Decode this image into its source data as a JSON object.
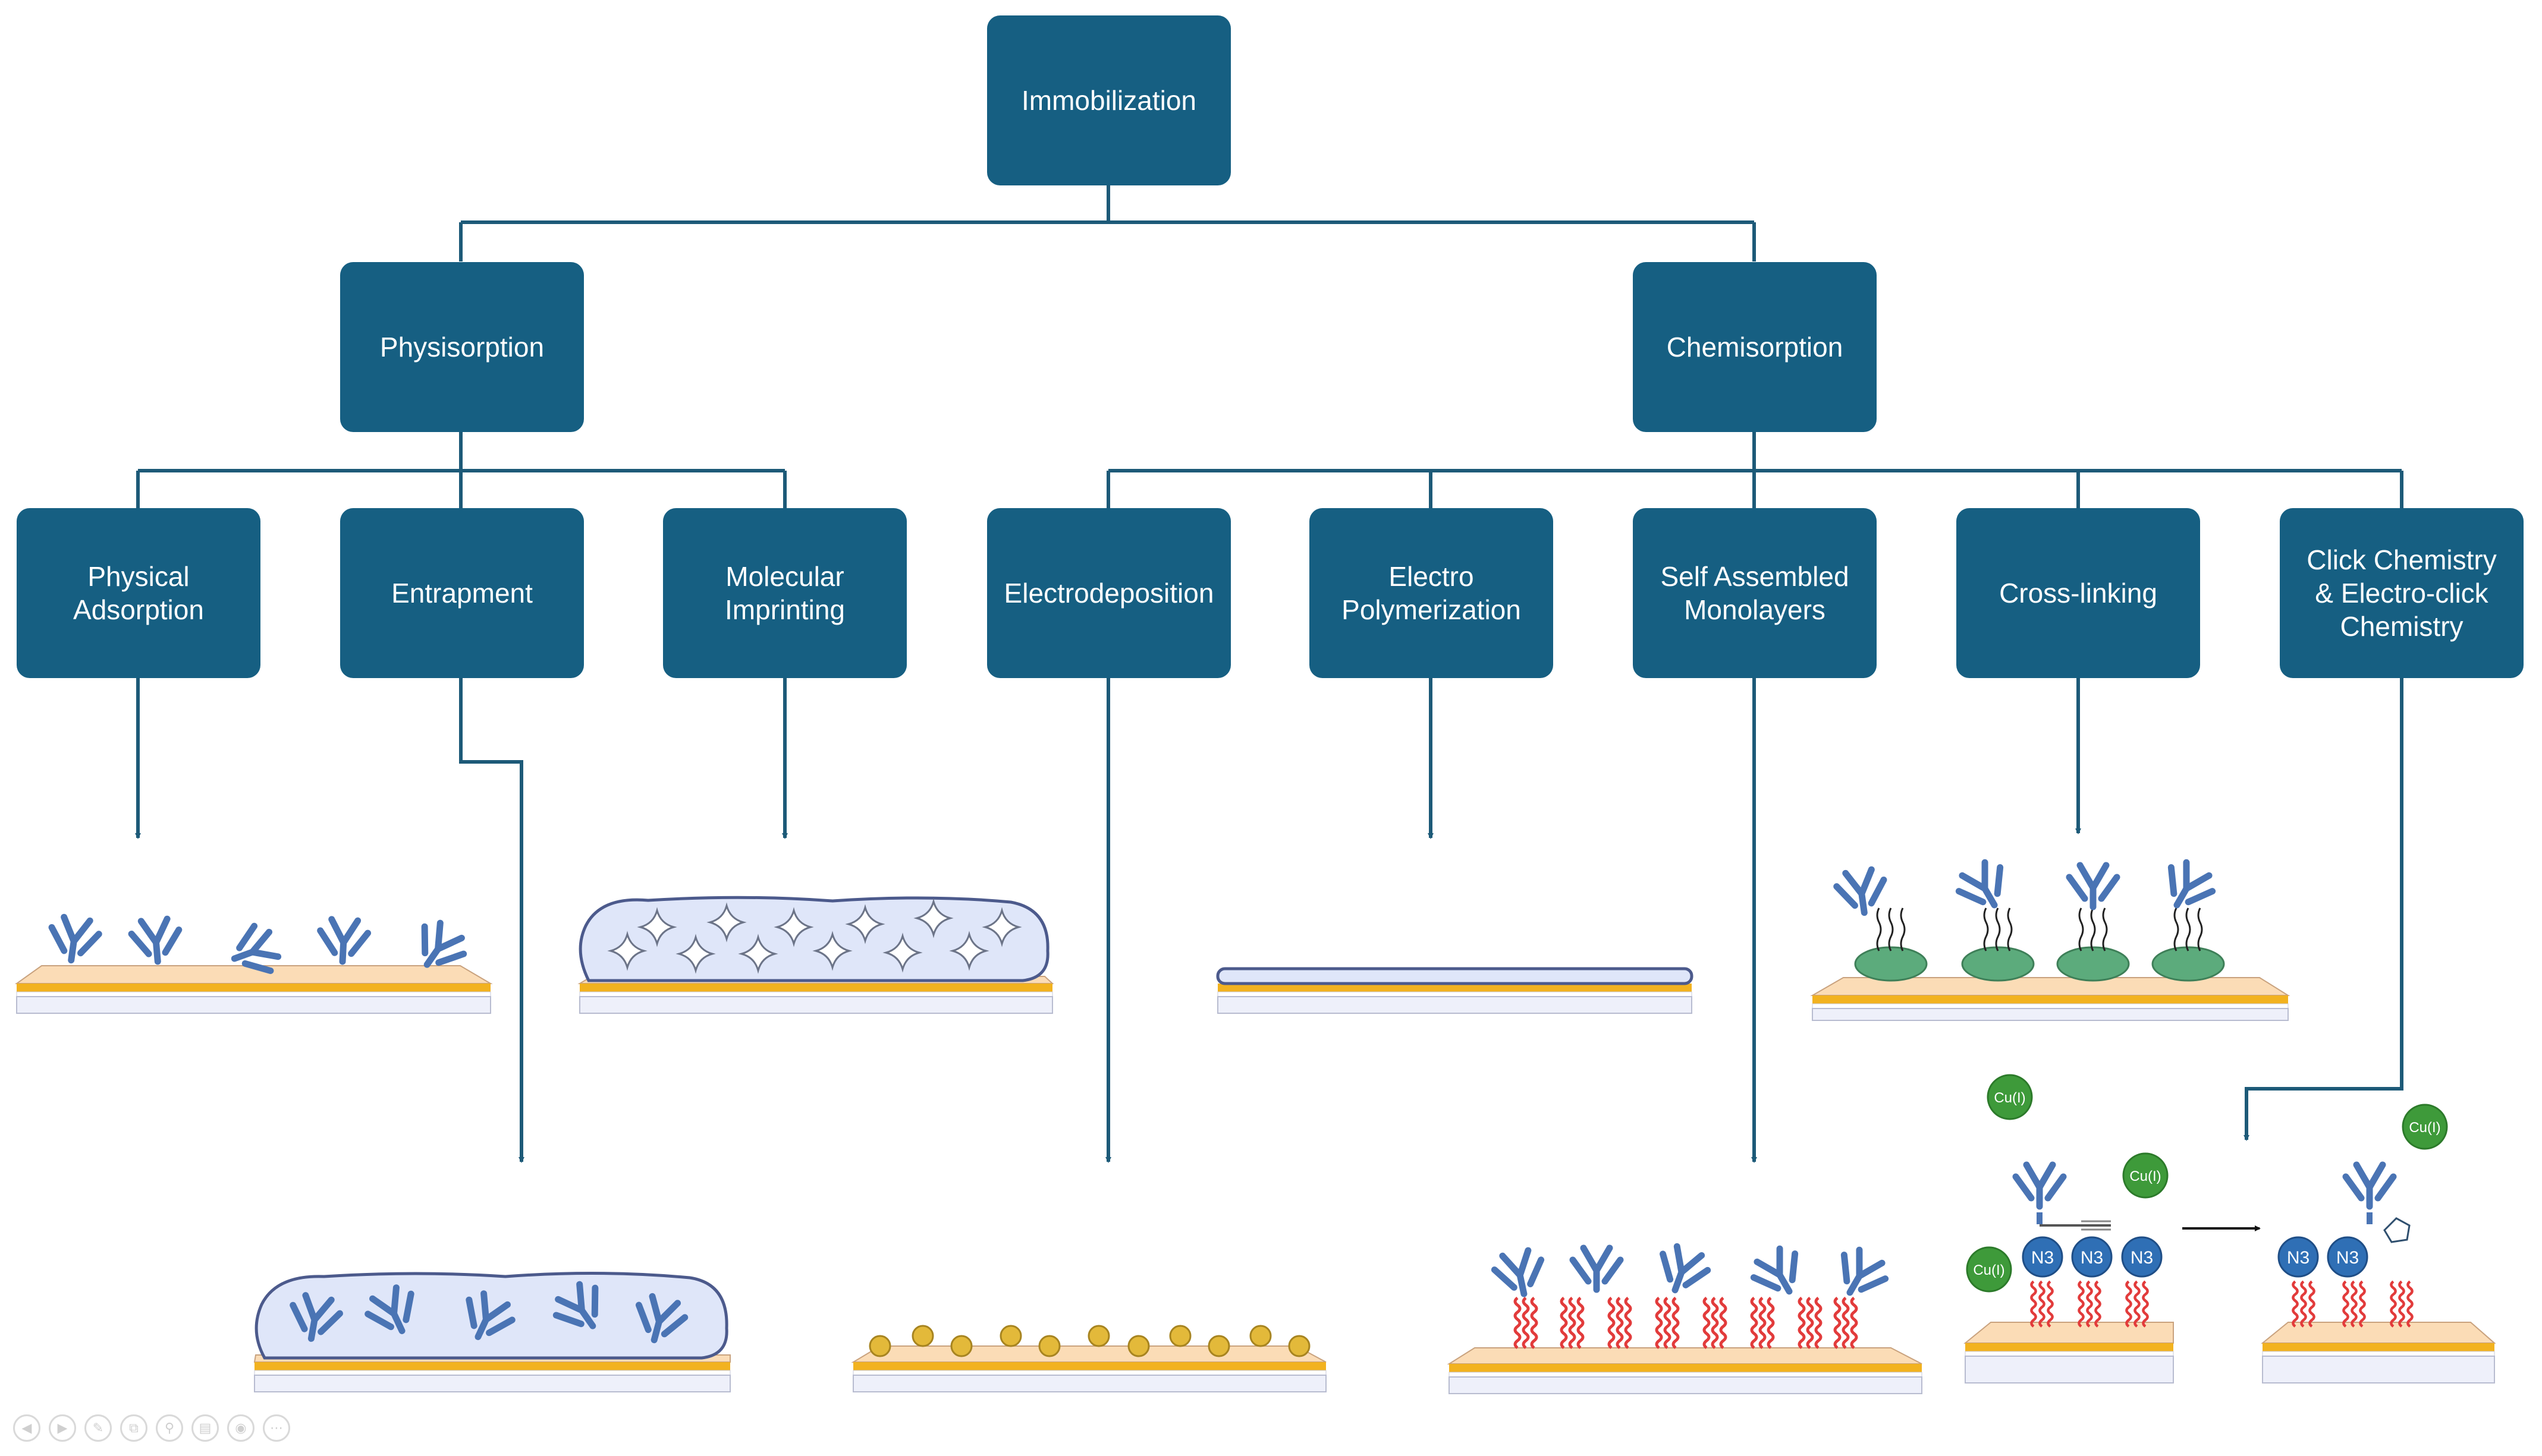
{
  "nodes": {
    "immobilization": "Immobilization",
    "physisorption": "Physisorption",
    "chemisorption": "Chemisorption",
    "physical_adsorption": "Physical\nAdsorption",
    "entrapment": "Entrapment",
    "molecular_imprinting": "Molecular\nImprinting",
    "electrodeposition": "Electrodeposition",
    "electro_polymerization": "Electro\nPolymerization",
    "self_assembled_monolayers": "Self Assembled\nMonolayers",
    "cross_linking": "Cross-linking",
    "click_chemistry": "Click Chemistry\n& Electro-click\nChemistry"
  },
  "labels": {
    "cu1": "Cu(I)",
    "n3": "N3"
  },
  "colors": {
    "node": "#165f82",
    "connector": "#1d5a78",
    "antibody": "#4a74b4",
    "gold": "#f2b21f",
    "substrate_top": "#fbdcb6",
    "polymer": "#dfe6f9",
    "sam": "#e23b3b",
    "copper": "#3e9a3a",
    "azide": "#2f6fb5",
    "crosslinker": "#5cab7c"
  },
  "controls": [
    "prev",
    "next",
    "pen",
    "copy",
    "zoom",
    "subtitles",
    "camera",
    "more"
  ]
}
